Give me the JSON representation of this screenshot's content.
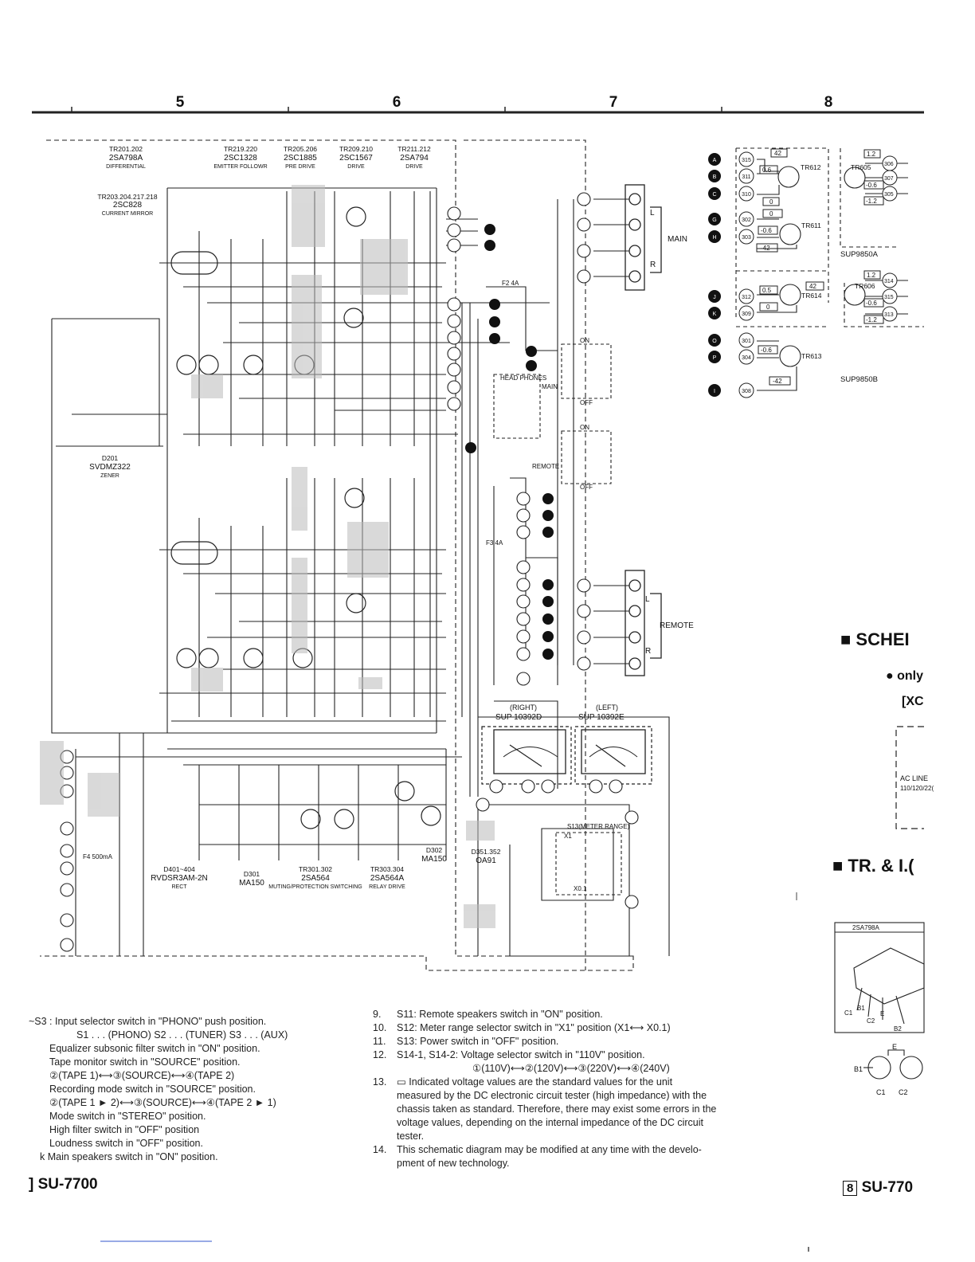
{
  "column_markers": [
    "5",
    "6",
    "7",
    "8"
  ],
  "transistor_headers": [
    {
      "ids": "TR201.202",
      "part": "2SA798A",
      "role": "DIFFERENTIAL"
    },
    {
      "ids": "TR219.220",
      "part": "2SC1328",
      "role": "EMITTER FOLLOWR"
    },
    {
      "ids": "TR205.206",
      "part": "2SC1885",
      "role": "PRE DRIVE"
    },
    {
      "ids": "TR209.210",
      "part": "2SC1567",
      "role": "DRIVE"
    },
    {
      "ids": "TR211.212",
      "part": "2SA794",
      "role": "DRIVE"
    }
  ],
  "current_mirror": {
    "ids": "TR203.204.217.218",
    "part": "2SC828",
    "role": "CURRENT MIRROR"
  },
  "zener": {
    "id": "D201",
    "part": "SVDMZ322",
    "role": "ZENER"
  },
  "bottom_headers": [
    {
      "ids": "D401~404",
      "part": "RVDSR3AM-2N",
      "role": "RECT"
    },
    {
      "ids": "D301",
      "part": "MA150",
      "role": ""
    },
    {
      "ids": "TR301.302",
      "part": "2SA564",
      "role": "MUTING/PROTECTION SWITCHING"
    },
    {
      "ids": "TR303.304",
      "part": "2SA564A",
      "role": "RELAY DRIVE"
    },
    {
      "ids": "D302",
      "part": "MA150",
      "role": ""
    },
    {
      "ids": "D351.352",
      "part": "OA91",
      "role": ""
    }
  ],
  "meters": [
    {
      "side": "(RIGHT)",
      "part": "SUP 10392D"
    },
    {
      "side": "(LEFT)",
      "part": "SUP 10392E"
    }
  ],
  "speaker_groups": [
    {
      "label": "MAIN",
      "ends": [
        "L",
        "R"
      ]
    },
    {
      "label": "REMOTE",
      "ends": [
        "L",
        "R"
      ]
    }
  ],
  "switch_labels": [
    "ON",
    "OFF",
    "ON",
    "OFF",
    "HEAD PHONES",
    "MAIN",
    "REMOTE",
    "S13(METER RANGE)",
    "X1",
    "X0.1"
  ],
  "fuses": [
    "F2 4A",
    "F3 4A",
    "F4 500mA"
  ],
  "inset": {
    "modules": [
      "SUP9850A",
      "SUP9850B"
    ],
    "transistors": [
      "TR612",
      "TR611",
      "TR614",
      "TR613",
      "TR605",
      "TR606"
    ],
    "rows": [
      {
        "letter": "A",
        "pin": "315"
      },
      {
        "letter": "B",
        "pin": "311"
      },
      {
        "letter": "C",
        "pin": "310"
      },
      {
        "letter": "G",
        "pin": "302"
      },
      {
        "letter": "H",
        "pin": "303"
      },
      {
        "letter": "J",
        "pin": "312"
      },
      {
        "letter": "K",
        "pin": "309"
      },
      {
        "letter": "O",
        "pin": "301"
      },
      {
        "letter": "P",
        "pin": "304"
      },
      {
        "letter": "I",
        "pin": "308"
      }
    ],
    "voltages": [
      "42",
      "0.6",
      "0",
      "0",
      "-0.6",
      "-42",
      "0.5",
      "0",
      "-0.6",
      "-42",
      "1.2",
      "-0.6",
      "-1.2",
      "1.2",
      "-0.6",
      "-1.2",
      "42"
    ],
    "right_pins": [
      "306",
      "307",
      "305",
      "314",
      "315",
      "313"
    ]
  },
  "side_sections": {
    "schematic_heading": "■ SCHEI",
    "only": "● only",
    "bracket": "[XC",
    "ac_line_label": "AC LINE",
    "ac_line_values": "110/120/22(",
    "tr_heading": "■ TR. & I.(",
    "tr_part": "2SA798A",
    "pin_labels": [
      "C1",
      "B1",
      "C2",
      "E",
      "B2"
    ],
    "symbol_labels": [
      "E",
      "B1",
      "C1",
      "C2"
    ]
  },
  "notes_left": [
    "~S3   : Input selector switch in \"PHONO\" push position.",
    "        S1 . . . (PHONO)   S2 . . . (TUNER)   S3 . . . (AUX)",
    "Equalizer subsonic filter switch in \"ON\" position.",
    "Tape monitor switch in \"SOURCE\" position.",
    "②(TAPE 1)⟷③(SOURCE)⟷④(TAPE 2)",
    "Recording mode switch in \"SOURCE\" position.",
    "②(TAPE 1 ► 2)⟷③(SOURCE)⟷④(TAPE 2 ► 1)",
    "Mode switch in \"STEREO\" position.",
    "High filter switch in \"OFF\" position",
    "Loudness switch in \"OFF\" position.",
    "k Main speakers switch in \"ON\" position."
  ],
  "notes_right": [
    {
      "n": "9.",
      "t": "S11: Remote speakers switch in \"ON\" position."
    },
    {
      "n": "10.",
      "t": "S12: Meter range selector switch in \"X1\" position (X1⟷ X0.1)"
    },
    {
      "n": "11.",
      "t": "S13: Power switch in \"OFF\" position."
    },
    {
      "n": "12.",
      "t": "S14-1, S14-2:  Voltage selector switch in \"110V\" position."
    },
    {
      "n": "",
      "t": "①(110V)⟷②(120V)⟷③(220V)⟷④(240V)"
    },
    {
      "n": "13.",
      "t": "▭ Indicated voltage values are the standard values for the unit"
    },
    {
      "n": "",
      "t": "measured by the DC electronic circuit tester (high impedance) with the"
    },
    {
      "n": "",
      "t": "chassis taken as standard.  Therefore, there may exist some errors in the"
    },
    {
      "n": "",
      "t": "voltage values, depending on the internal impedance of the DC circuit"
    },
    {
      "n": "",
      "t": "tester."
    },
    {
      "n": "14.",
      "t": "This schematic diagram may be modified at any time with the develo-"
    },
    {
      "n": "",
      "t": "pment of new technology."
    }
  ],
  "footer_left": "] SU-7700",
  "footer_right_page": "8",
  "footer_right": "SU-770"
}
